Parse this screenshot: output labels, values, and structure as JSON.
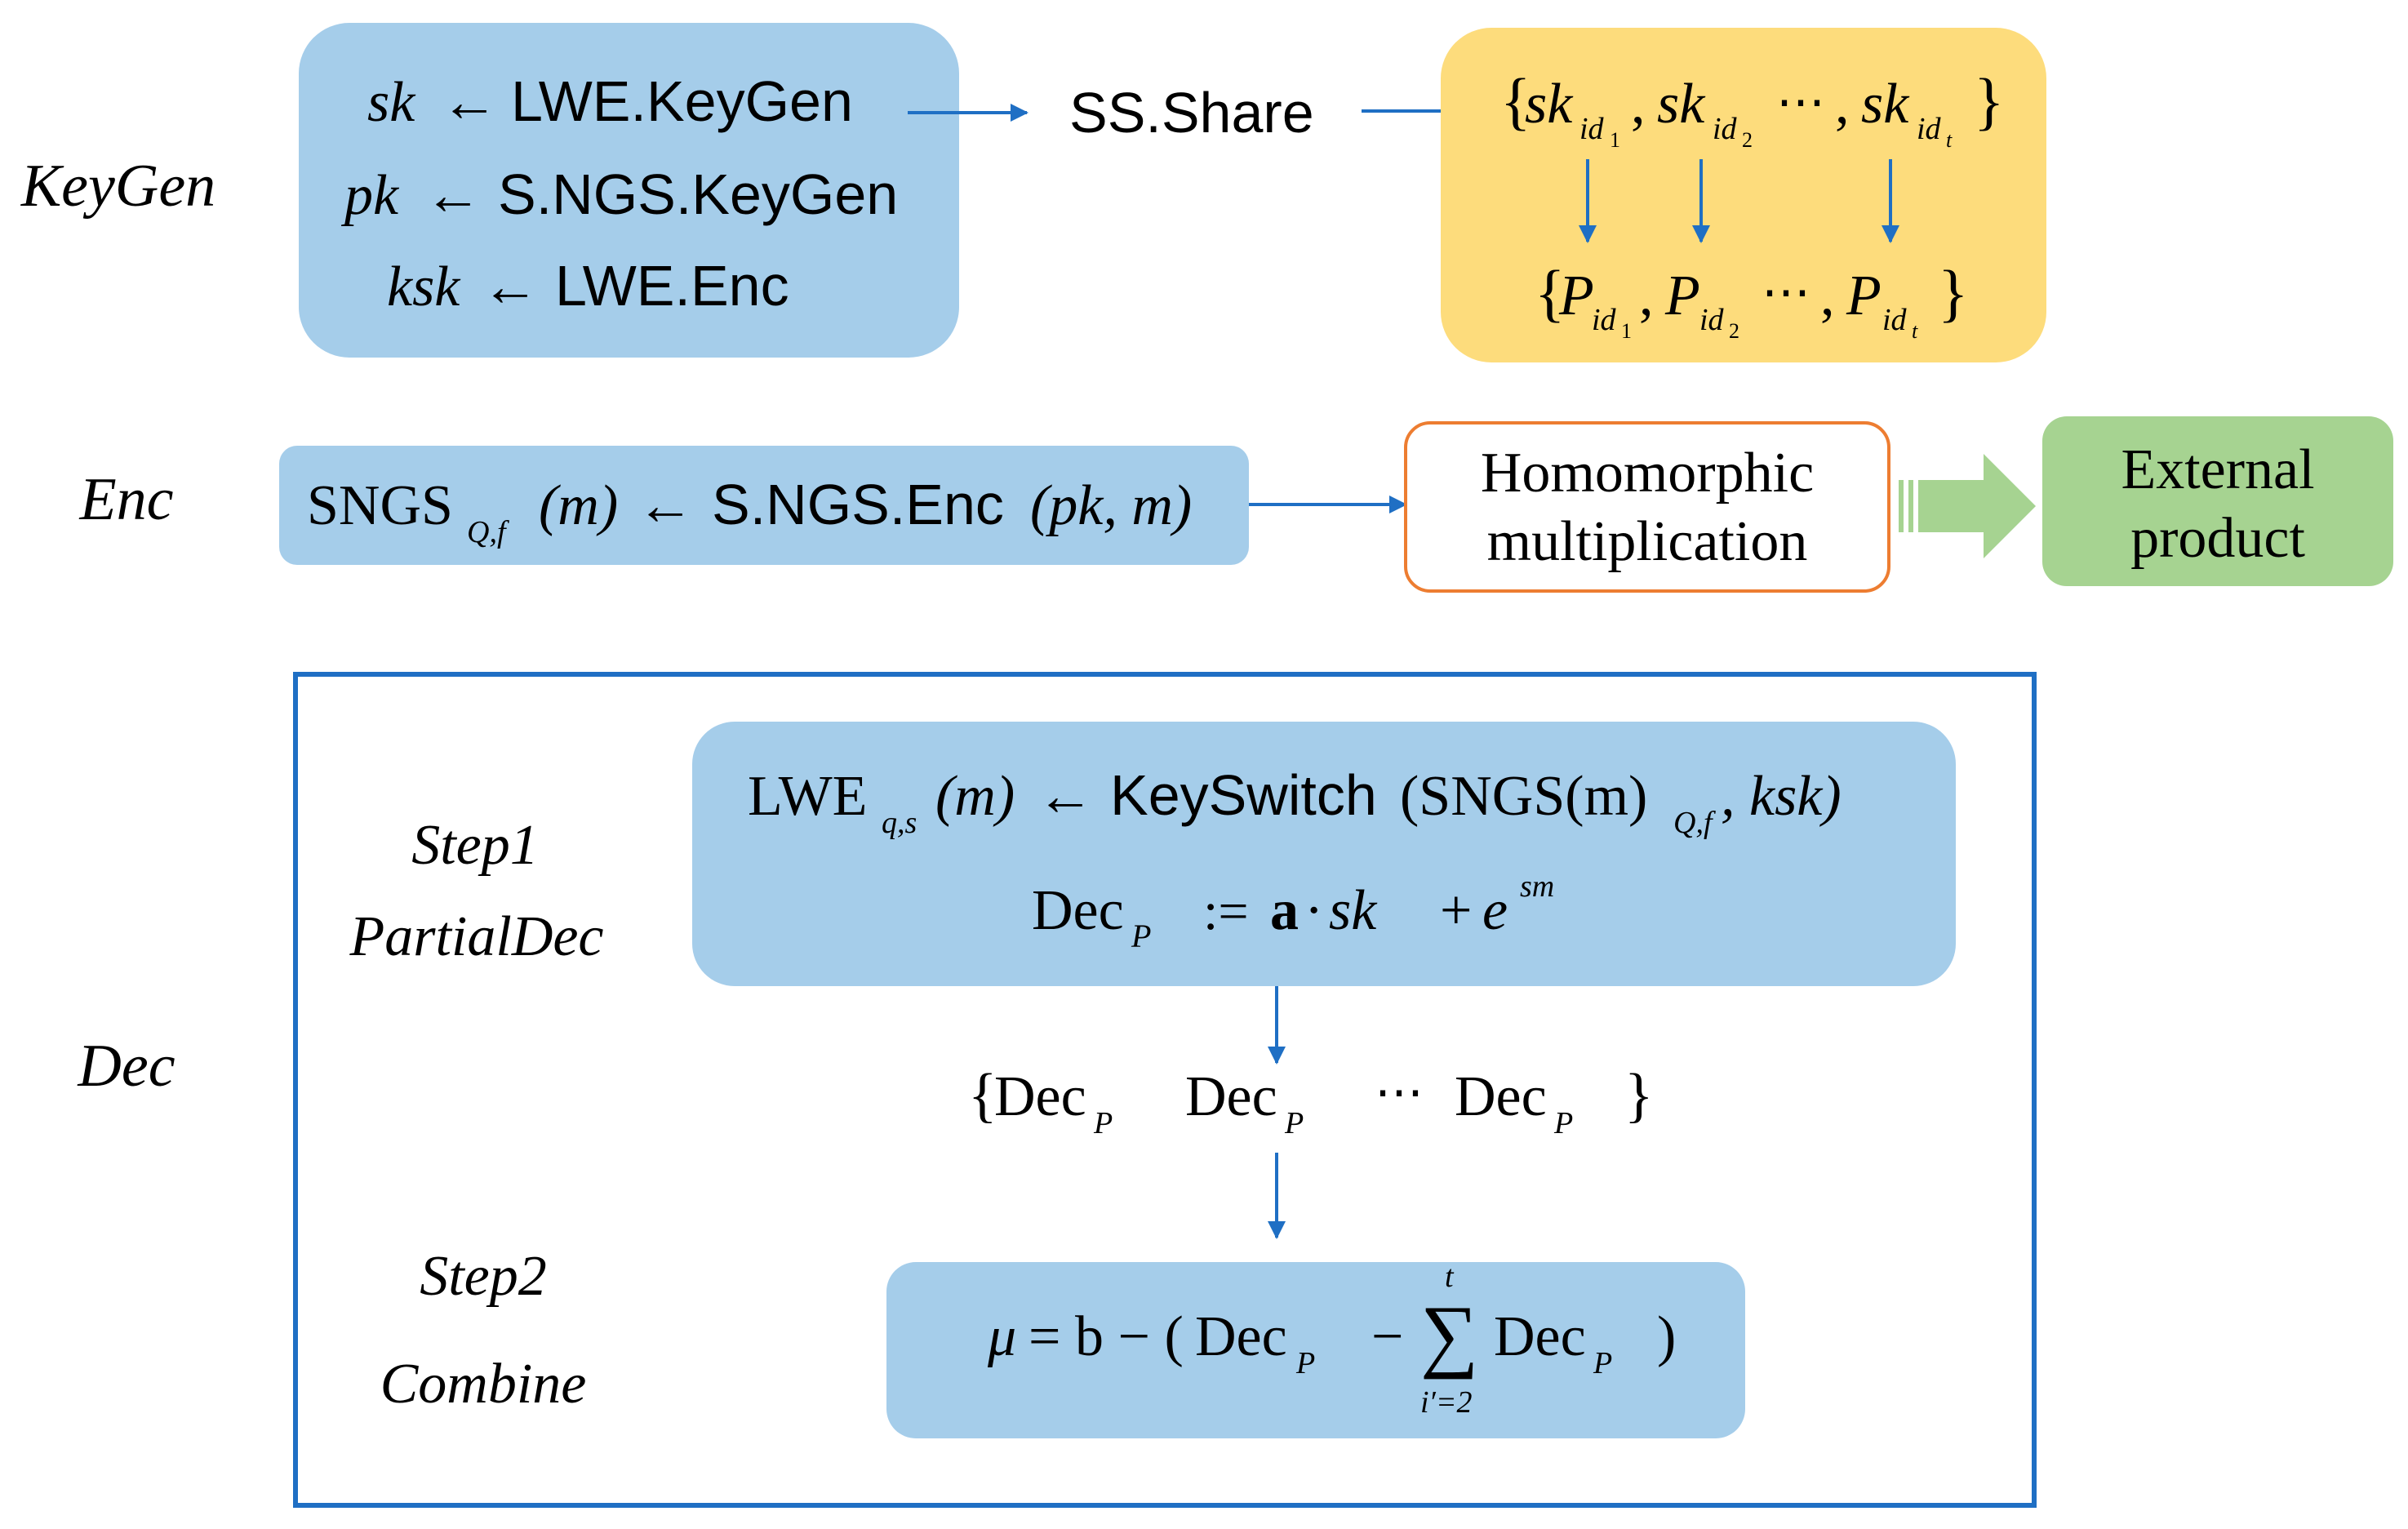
{
  "labels": {
    "keygen": "KeyGen",
    "enc": "Enc",
    "dec": "Dec",
    "step1": "Step1",
    "partialdec": "PartialDec",
    "step2": "Step2",
    "combine": "Combine"
  },
  "keygen_box": {
    "line1_var": "sk",
    "line1_arrow": "←",
    "line1_fn": "LWE.KeyGen",
    "line2_var": "pk",
    "line2_arrow": "←",
    "line2_fn": "S.NGS.KeyGen",
    "line3_var": "ksk",
    "line3_arrow": "←",
    "line3_fn": "LWE.Enc"
  },
  "ss_share": "SS.Share",
  "shares_box": {
    "open": "{",
    "sk": "sk",
    "id_1": "id",
    "sub_1": "1",
    "sub_2": "2",
    "sub_t": "t",
    "ellipsis": "⋯",
    "comma": ",",
    "close": "}",
    "p": "P"
  },
  "enc_box": {
    "sngs": "SNGS",
    "sub": "Q,f",
    "arg": "(m)",
    "arrow": "←",
    "fn": "S.NGS.Enc",
    "args": "(pk, m)"
  },
  "homomorphic": {
    "line1": "Homomorphic",
    "line2": "multiplication"
  },
  "external": {
    "line1": "External",
    "line2": "product"
  },
  "step1_box": {
    "lwe": "LWE",
    "lwe_sub": "q,s",
    "lwe_arg": "(m)",
    "arrow": "←",
    "fn": "KeySwitch",
    "args_open": "(SNGS(m)",
    "args_sub": "Q,f",
    "args_close": ", ksk)",
    "dec": "Dec",
    "dec_sub": "P",
    "assign": ":=",
    "a": "a",
    "dot": "·",
    "sk": "sk",
    "plus": "+",
    "e": "e",
    "e_sup": "sm"
  },
  "dec_set": {
    "open": "{",
    "dec": "Dec",
    "p": "P",
    "ellipsis": "⋯",
    "close": "}"
  },
  "combine_box": {
    "mu": "μ",
    "eq": "= b − (",
    "dec": "Dec",
    "minus": "−",
    "sum": "∑",
    "sum_top": "t",
    "sum_bottom": "i′=2",
    "close": ")"
  },
  "colors": {
    "blue_box": "#a5cdea",
    "yellow_box": "#fddc7c",
    "green_box": "#a6d391",
    "orange_border": "#ed7d31",
    "dec_border": "#1f6fc4",
    "arrow": "#1f6fc4",
    "big_arrow": "#a6d391"
  }
}
